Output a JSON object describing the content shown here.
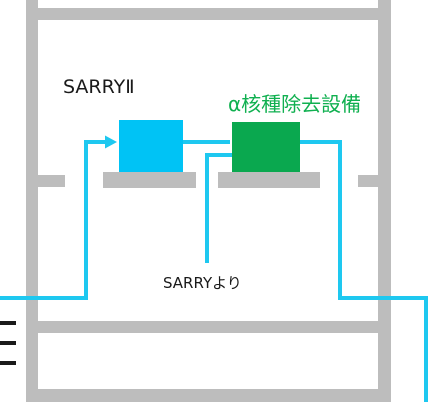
{
  "labels": {
    "sarry2": "SARRYⅡ",
    "alpha_removal": "α核種除去設備",
    "from_sarry": "SARRYより"
  },
  "colors": {
    "wall": "#bdbdbd",
    "pipe": "#1ec8f0",
    "sarry2_box": "#00c3f5",
    "alpha_box": "#0aa84f",
    "alpha_label": "#10b050",
    "text": "#1a1a1a"
  }
}
